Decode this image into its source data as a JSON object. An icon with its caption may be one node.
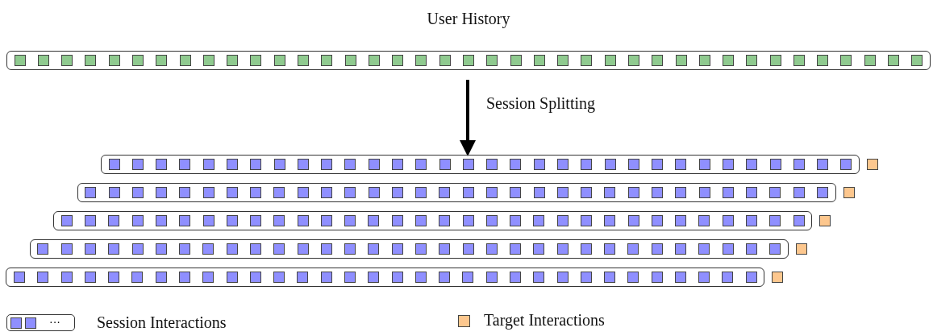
{
  "diagram": {
    "nodes": [
      {
        "text": [
          "User History"
        ]
      },
      {
        "text": [],
        "shape": "bar"
      },
      {
        "text": [],
        "shape": "box"
      },
      {
        "text": [],
        "shape": "bar"
      },
      {
        "text": [],
        "shape": "box"
      },
      {
        "text": [],
        "shape": "bar"
      },
      {
        "text": [],
        "shape": "box"
      },
      {
        "text": [],
        "shape": "bar"
      },
      {
        "text": [],
        "shape": "box"
      },
      {
        "text": [],
        "shape": "bar"
      },
      {
        "text": [],
        "shape": "box"
      }
    ],
    "edges": [
      {
        "from": 0,
        "to": 1,
        "arrow": "to",
        "label": "Session Splitting"
      }
    ],
    "labels": [
      "···"
    ],
    "legend": [
      {
        "text": "Session Interactions"
      },
      {
        "text": "Target Interactions",
        "color": "#fdc78e"
      }
    ]
  }
}
